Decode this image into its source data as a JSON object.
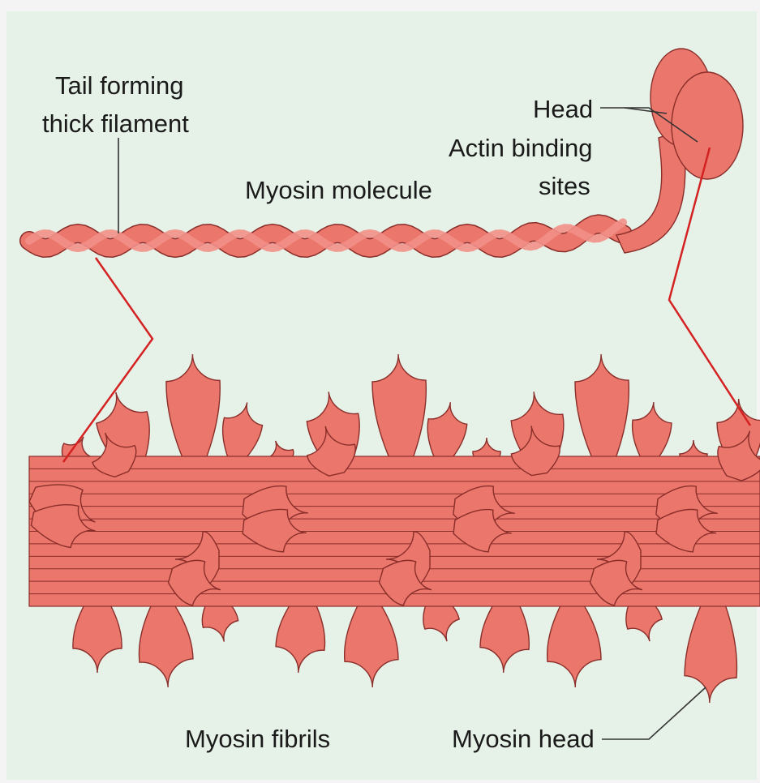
{
  "labels": {
    "tail_line1": "Tail forming",
    "tail_line2": "thick filament",
    "myosin_molecule": "Myosin molecule",
    "head": "Head",
    "actin_binding_line1": "Actin binding",
    "actin_binding_line2": "sites",
    "myosin_fibrils": "Myosin fibrils",
    "myosin_head": "Myosin head"
  },
  "colors": {
    "background_panel": "#e6f1e8",
    "outer_background": "#f4f4f4",
    "filament_fill": "#eb766b",
    "filament_highlight": "#f29088",
    "outline": "#8a2e2a",
    "leader_line": "#d42222",
    "label_line": "#333333"
  }
}
